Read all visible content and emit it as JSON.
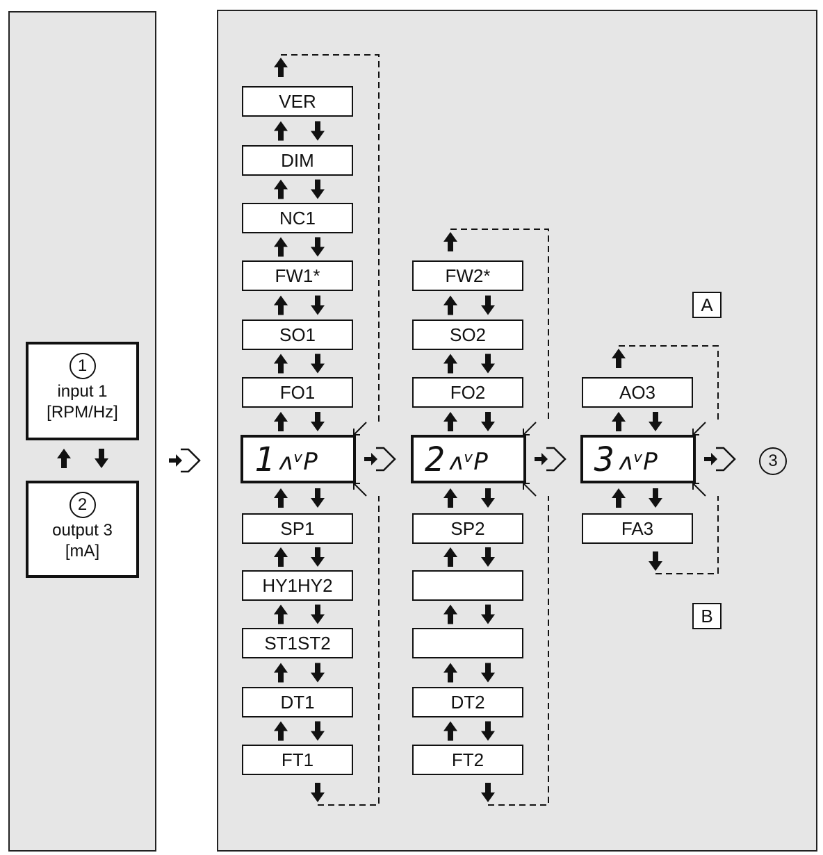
{
  "side_panel": {
    "input_box": {
      "number": "1",
      "line1": "input 1",
      "line2": "[RPM/Hz]"
    },
    "output_box": {
      "number": "2",
      "line1": "output 3",
      "line2": "[mA]"
    }
  },
  "columns": [
    {
      "display": "1",
      "display_suffix": "ʌᵛP",
      "above": [
        "VER",
        "DIM",
        "NC1",
        "FW1*",
        "SO1",
        "FO1"
      ],
      "below": [
        "SP1",
        "HY1HY2",
        "ST1ST2",
        "DT1",
        "FT1"
      ]
    },
    {
      "display": "2",
      "display_suffix": "ʌᵛP",
      "above": [
        "FW2*",
        "SO2",
        "FO2"
      ],
      "below": [
        "SP2",
        "",
        "",
        "DT2",
        "FT2"
      ]
    },
    {
      "display": "3",
      "display_suffix": "ʌᵛP",
      "above": [
        "AO3"
      ],
      "below": [
        "FA3"
      ]
    }
  ],
  "labels": {
    "a": "A",
    "b": "B",
    "end": "3"
  },
  "colors": {
    "panel": "#e6e6e6",
    "line": "#111111",
    "box": "#ffffff"
  },
  "icons": [
    "up-arrow-icon",
    "down-arrow-icon",
    "enter-arrow-icon",
    "diagonal-arrow-icon"
  ]
}
